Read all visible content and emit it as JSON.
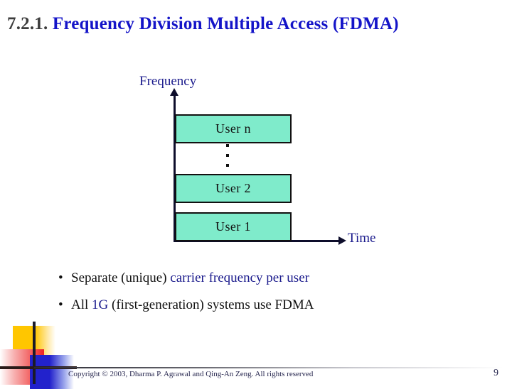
{
  "slide": {
    "title": {
      "number": "7.2.1.",
      "main": "Frequency Division Multiple Access (FDMA)",
      "number_color": "#3d3d3d",
      "main_color": "#1414c8"
    },
    "diagram": {
      "y_axis_label": "Frequency",
      "x_axis_label": "Time",
      "axis_color": "#0d0d2b",
      "axis_label_color": "#1a1a8c",
      "bar_fill_color": "#7FEBCB",
      "bar_border_color": "#111111",
      "bars": [
        {
          "label": "User n"
        },
        {
          "label": "User 2"
        },
        {
          "label": "User 1"
        }
      ],
      "ellipsis": "vertical-ellipsis"
    },
    "bullets": [
      {
        "marker": "•",
        "segments": [
          {
            "text": "Separate (unique) ",
            "color": "black"
          },
          {
            "text": "carrier frequency per user",
            "color": "blue"
          }
        ]
      },
      {
        "marker": "•",
        "segments": [
          {
            "text": "All ",
            "color": "black"
          },
          {
            "text": "1G",
            "color": "blue"
          },
          {
            "text": " (first-generation) systems use FDMA",
            "color": "black"
          }
        ]
      }
    ],
    "footer": {
      "copyright": "Copyright © 2003, Dharma P. Agrawal and Qing-An Zeng. All rights reserved",
      "page_number": "9",
      "text_color": "#26264e",
      "decoration_colors": {
        "yellow": "#FFC600",
        "red": "#EE2222",
        "blue": "#2222CC",
        "line": "#1a1a28"
      }
    }
  }
}
